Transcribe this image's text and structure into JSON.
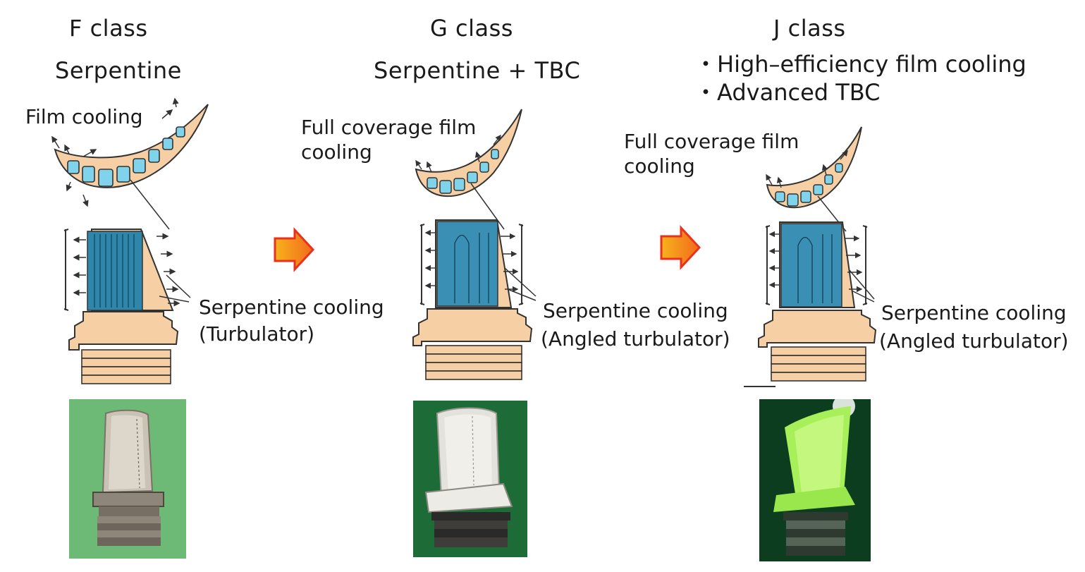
{
  "columns": [
    {
      "title": "F class",
      "subtitle": "Serpentine",
      "film_label": "Film cooling",
      "serp_label_1": "Serpentine cooling",
      "serp_label_2": "(Turbulator)"
    },
    {
      "title": "G class",
      "subtitle": "Serpentine + TBC",
      "film_label_1": "Full coverage film",
      "film_label_2": "cooling",
      "serp_label_1": "Serpentine cooling",
      "serp_label_2": "(Angled turbulator)"
    },
    {
      "title": "J class",
      "bullets": [
        "・High–efficiency film cooling",
        "・Advanced TBC"
      ],
      "film_label_1": "Full coverage film",
      "film_label_2": "cooling",
      "serp_label_1": "Serpentine cooling",
      "serp_label_2": "(Angled turbulator)"
    }
  ],
  "colors": {
    "blade_tan": "#f6cfa4",
    "cooling_blue": "#7fd3ea",
    "channel_blue": "#3a8fb5",
    "arrow_orange": "#f7941d",
    "arrow_red": "#e8321d",
    "photo_f_bg": "#5fb36a",
    "photo_g_bg": "#1d6b36",
    "photo_j_bg": "#0c3d1f",
    "j_blade_green": "#a8f05a"
  }
}
